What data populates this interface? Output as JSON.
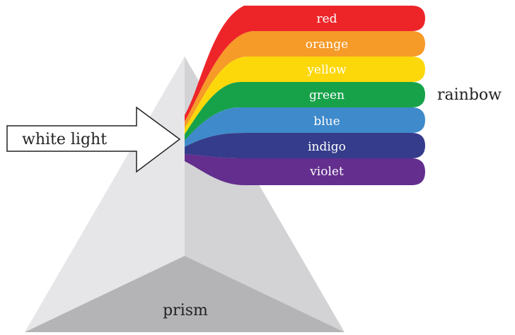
{
  "labels": {
    "input": "white light",
    "output": "rainbow",
    "object": "prism"
  },
  "bands": [
    {
      "name": "red",
      "color": "#ed2529"
    },
    {
      "name": "orange",
      "color": "#f69a28"
    },
    {
      "name": "yellow",
      "color": "#fcd80a"
    },
    {
      "name": "green",
      "color": "#17a24a"
    },
    {
      "name": "blue",
      "color": "#3f8acb"
    },
    {
      "name": "indigo",
      "color": "#353c8b"
    },
    {
      "name": "violet",
      "color": "#632e8e"
    }
  ],
  "colors": {
    "prism_left_face": "#e6e6e9",
    "prism_right_face": "#d3d3d6",
    "prism_bottom_face": "#b4b4b7",
    "arrow_fill": "#ffffff",
    "arrow_stroke": "#222222"
  }
}
